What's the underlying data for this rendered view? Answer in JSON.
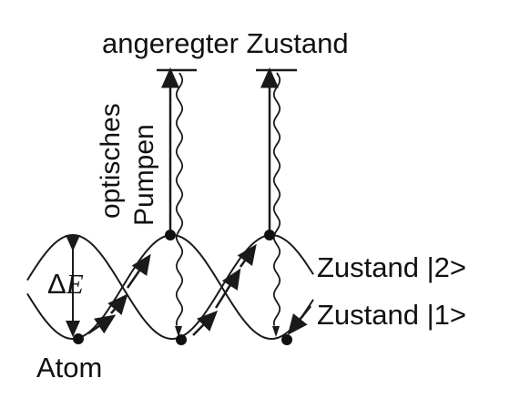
{
  "labels": {
    "excited_state": "angeregter Zustand",
    "optical_pumping_line1": "optisches",
    "optical_pumping_line2": "Pumpen",
    "delta_symbol": "Δ",
    "delta_var": "E",
    "state2": "Zustand |2>",
    "state1": "Zustand |1>",
    "atom": "Atom"
  },
  "colors": {
    "line": "#1a1a1a",
    "text": "#111111",
    "background": "#ffffff"
  }
}
